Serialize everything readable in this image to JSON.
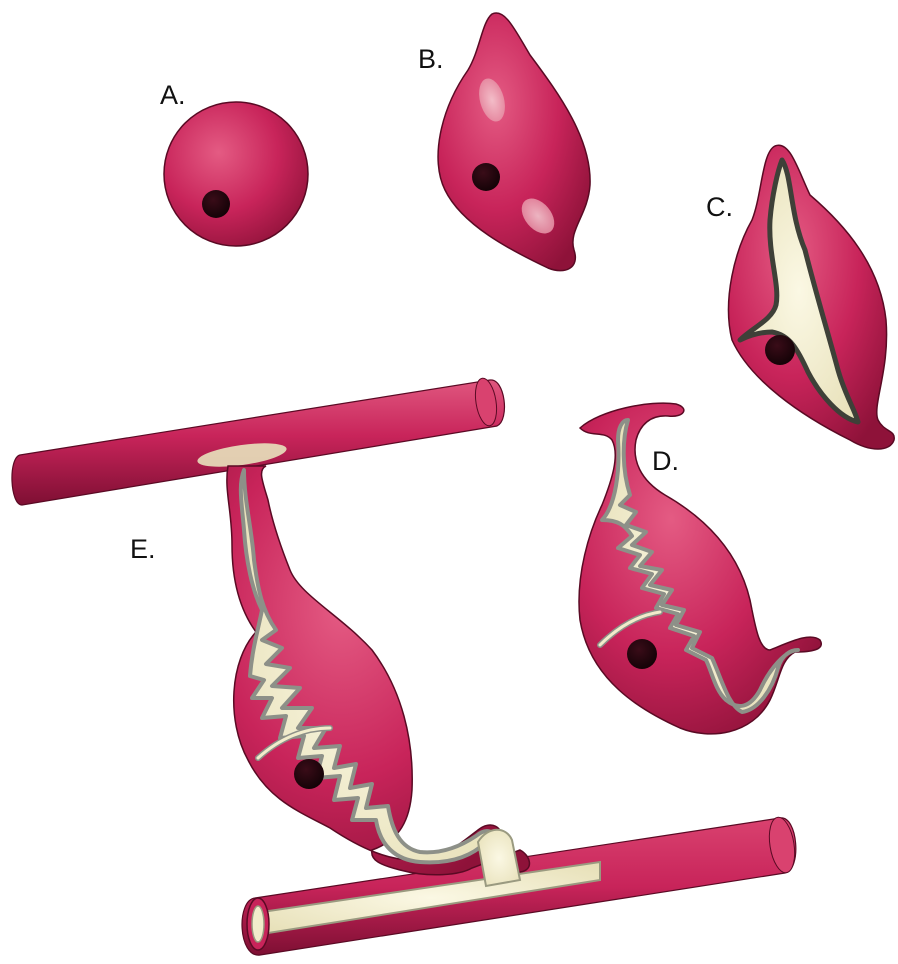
{
  "labels": {
    "a": "A.",
    "b": "B.",
    "c": "C.",
    "d": "D.",
    "e": "E."
  },
  "colors": {
    "cell": "#c8245a",
    "cell_light": "#e0577f",
    "cell_dark": "#8e1239",
    "outline": "#5a0a24",
    "lumen": "#f2eccb",
    "lumen_edge": "#9a9a80",
    "vesicle": "#f0b5bf",
    "nucleus": "#2a0810"
  }
}
